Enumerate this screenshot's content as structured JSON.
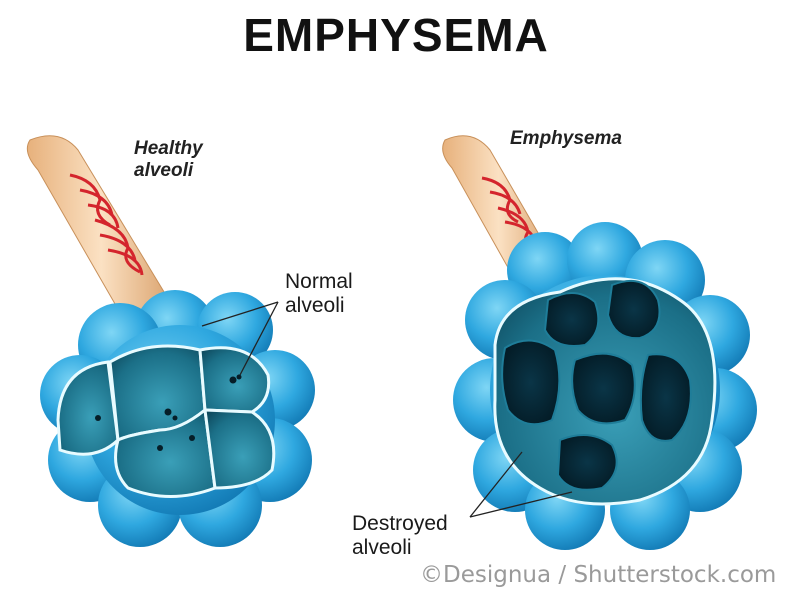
{
  "title": "EMPHYSEMA",
  "labels": {
    "healthy_heading": "Healthy\nalveoli",
    "emphysema_heading": "Emphysema",
    "normal_alveoli": "Normal\nalveoli",
    "destroyed_alveoli": "Destroyed\nalveoli"
  },
  "credit": "©Designua / Shutterstock.com",
  "colors": {
    "alveoli_outer": "#2fa8e0",
    "alveoli_inner": "#1f7d99",
    "cavity": "#062b3a",
    "bronchiole": "#f2c89c",
    "vessel": "#d4252d"
  }
}
